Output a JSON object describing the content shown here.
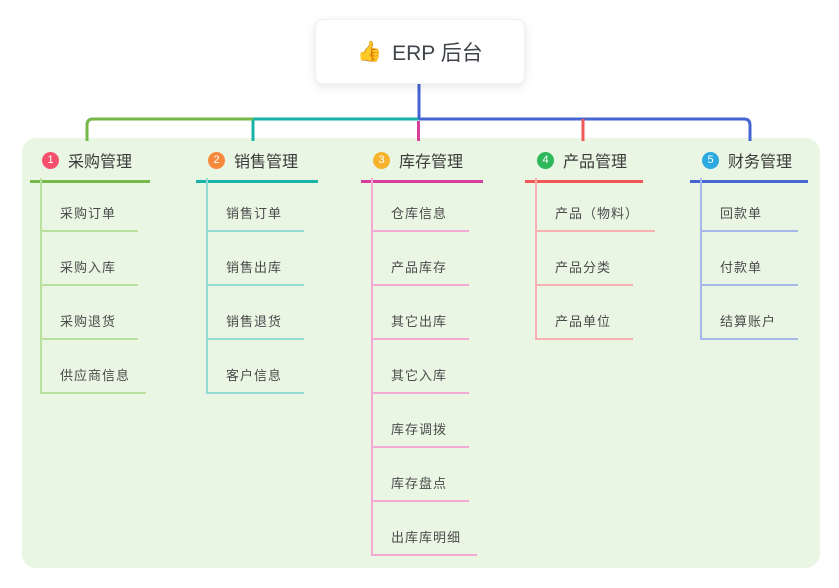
{
  "root": {
    "icon": "👍",
    "label": "ERP 后台"
  },
  "branches": [
    {
      "num": "1",
      "label": "采购管理",
      "color": "#76b84a",
      "badge_color": "#f4506c",
      "children": [
        "采购订单",
        "采购入库",
        "采购退货",
        "供应商信息"
      ]
    },
    {
      "num": "2",
      "label": "销售管理",
      "color": "#17b3a6",
      "badge_color": "#f68a3c",
      "children": [
        "销售订单",
        "销售出库",
        "销售退货",
        "客户信息"
      ]
    },
    {
      "num": "3",
      "label": "库存管理",
      "color": "#d63f9c",
      "badge_color": "#f7b32c",
      "children": [
        "仓库信息",
        "产品库存",
        "其它出库",
        "其它入库",
        "库存调拨",
        "库存盘点",
        "出库库明细"
      ]
    },
    {
      "num": "4",
      "label": "产品管理",
      "color": "#f25858",
      "badge_color": "#2eb85c",
      "children": [
        "产品（物料）",
        "产品分类",
        "产品单位"
      ]
    },
    {
      "num": "5",
      "label": "财务管理",
      "color": "#4465d2",
      "badge_color": "#2ca9e1",
      "children": [
        "回款单",
        "付款单",
        "结算账户"
      ]
    }
  ],
  "colors": {
    "panel_background": "#e9f6e3",
    "root_connector": "#4465d2",
    "text_dark": "#3a3a3a",
    "text_child": "#4b4b4b"
  }
}
